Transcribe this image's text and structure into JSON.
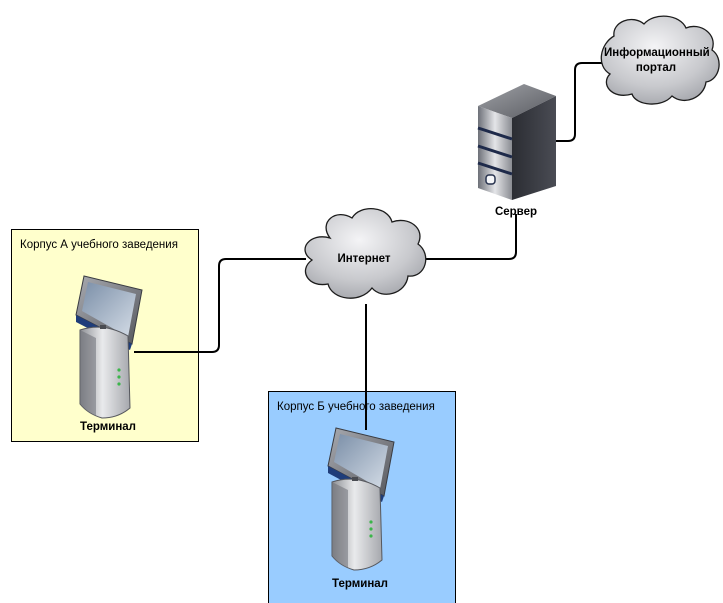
{
  "zones": {
    "a_title": "Корпус А учебного заведения",
    "b_title": "Корпус Б учебного заведения"
  },
  "nodes": {
    "internet": "Интернет",
    "server": "Сервер",
    "portal": "Информационный портал",
    "terminal_a": "Терминал",
    "terminal_b": "Терминал"
  },
  "colors": {
    "zone_a_fill": "#ffffcc",
    "zone_b_fill": "#99ccff",
    "cloud_fill": "#c8c9cd",
    "connector": "#000000"
  },
  "icons": {
    "server": "server-tower-icon",
    "terminal": "kiosk-terminal-icon",
    "cloud": "cloud-icon"
  }
}
